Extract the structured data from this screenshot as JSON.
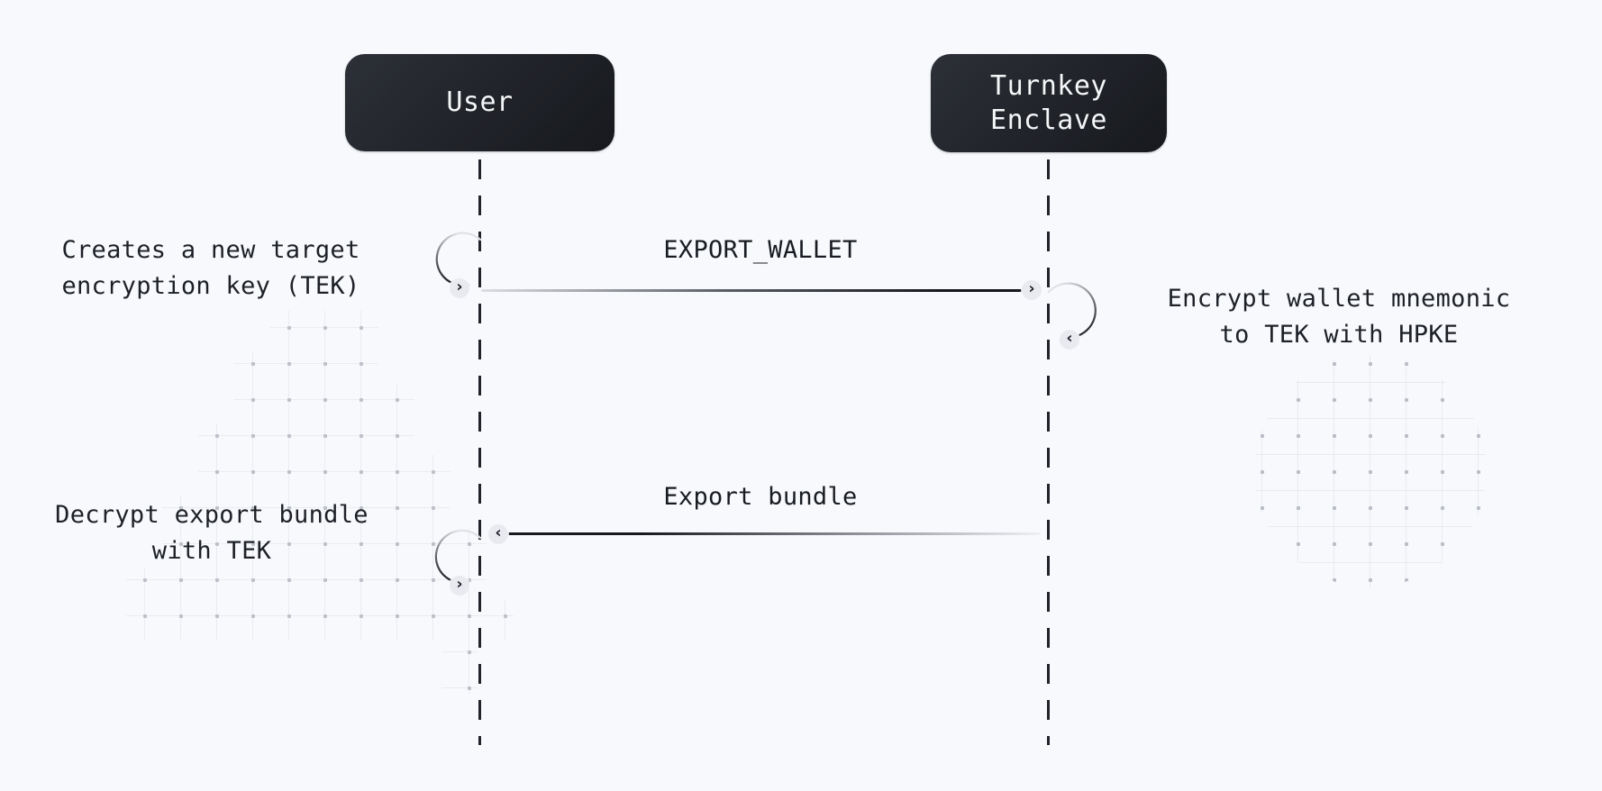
{
  "diagram": {
    "type": "sequence",
    "actors": [
      {
        "name": "User",
        "lines": [
          "User"
        ]
      },
      {
        "name": "Turnkey Enclave",
        "lines": [
          "Turnkey",
          "Enclave"
        ]
      }
    ],
    "messages": [
      {
        "from": "User",
        "to": "Turnkey Enclave",
        "direction": "right",
        "label": "EXPORT_WALLET"
      },
      {
        "from": "Turnkey Enclave",
        "to": "User",
        "direction": "left",
        "label": "Export bundle"
      }
    ],
    "annotations": [
      {
        "actor": "User",
        "side": "left",
        "lines": [
          "Creates a new target",
          "encryption key (TEK)"
        ]
      },
      {
        "actor": "Turnkey Enclave",
        "side": "right",
        "lines": [
          "Encrypt wallet mnemonic",
          "to TEK with HPKE"
        ]
      },
      {
        "actor": "User",
        "side": "left",
        "lines": [
          "Decrypt export bundle",
          "with TEK"
        ]
      }
    ],
    "icons": {
      "chevron_right": "›",
      "chevron_left": "‹"
    },
    "colors": {
      "background": "#f8f9fc",
      "actor_box": "#1e2127",
      "actor_text": "#f5f6f8",
      "lifeline": "#20232a",
      "line_dark": "#16181d",
      "line_light": "#dcdee3",
      "node_fill": "#e8eaef",
      "node_glyph": "#1b1e24",
      "pattern_dot": "#b8bcc6",
      "text": "#1d2127"
    }
  }
}
